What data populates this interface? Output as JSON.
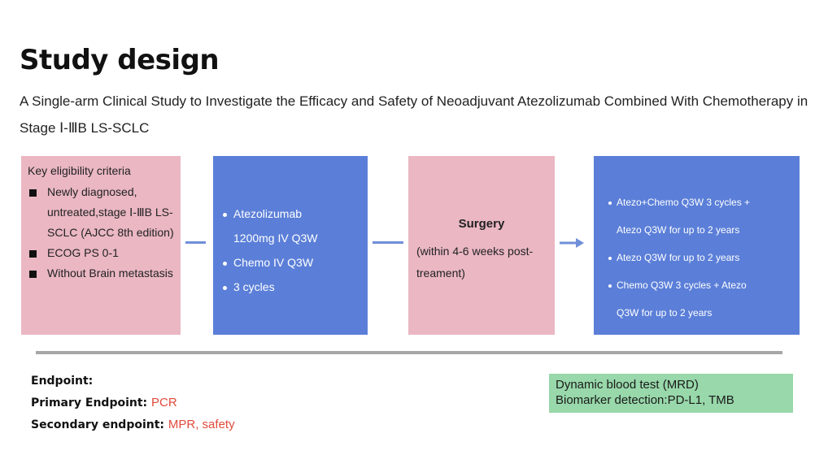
{
  "header": {
    "title": "Study design",
    "subtitle": "A Single-arm Clinical Study to Investigate the Efficacy and Safety of Neoadjuvant  Atezolizumab Combined With Chemotherapy in Stage Ⅰ-ⅢB LS-SCLC"
  },
  "eligibility": {
    "heading": "Key eligibility criteria",
    "items": [
      "Newly diagnosed, untreated,stage Ⅰ-ⅢB LS-SCLC (AJCC 8th edition)",
      "ECOG PS 0-1",
      "Without Brain metastasis"
    ]
  },
  "treatment": {
    "items": [
      "Atezolizumab",
      "1200mg IV Q3W",
      "Chemo IV Q3W",
      "3 cycles"
    ]
  },
  "surgery": {
    "title": "Surgery",
    "subtitle": "(within 4-6 weeks post-treament)"
  },
  "followup": {
    "items": [
      "Atezo+Chemo Q3W 3 cycles + Atezo Q3W for up to 2 years",
      "Atezo Q3W for up to 2 years",
      "Chemo Q3W 3 cycles + Atezo Q3W for up to 2 years"
    ],
    "lines": [
      "Atezo+Chemo Q3W 3 cycles +",
      "Atezo Q3W for up to 2 years",
      "Atezo Q3W for up to 2 years",
      "Chemo Q3W 3 cycles + Atezo",
      "Q3W for up to 2 years"
    ]
  },
  "endpoints": {
    "heading": "Endpoint:",
    "primary_label": "Primary Endpoint:",
    "primary_value": "PCR",
    "secondary_label": "Secondary endpoint:",
    "secondary_value": "MPR, safety"
  },
  "biomarkers": {
    "line1": "Dynamic blood test (MRD)",
    "line2": "Biomarker detection:PD-L1,  TMB"
  },
  "colors": {
    "pink_box": "#eab7c3",
    "blue_box": "#5b7fd8",
    "green_box": "#98d8aa",
    "red_text": "#e04a3a"
  }
}
